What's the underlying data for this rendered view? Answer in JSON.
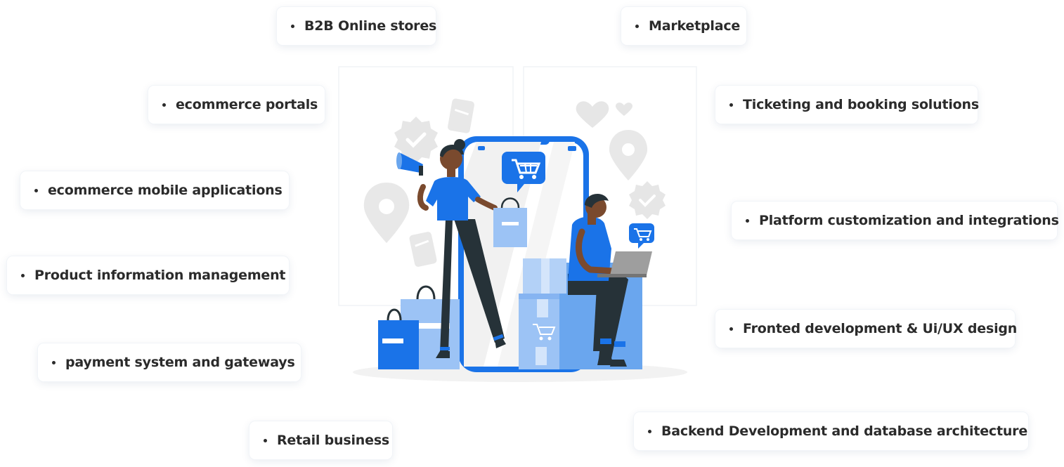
{
  "services": [
    "B2B Online stores",
    "Marketplace",
    "ecommerce portals",
    "Ticketing and booking solutions",
    "ecommerce mobile applications",
    "Platform customization and integrations",
    "Product information management",
    "Fronted development & Ui/UX design",
    "payment system and gateways",
    "Backend Development and database architecture",
    "Retail business"
  ],
  "colors": {
    "accent": "#1a73e8",
    "accent_light": "#9cc3f5",
    "text": "#2b2b2b",
    "skin": "#7a4a2e",
    "dark": "#263238"
  }
}
